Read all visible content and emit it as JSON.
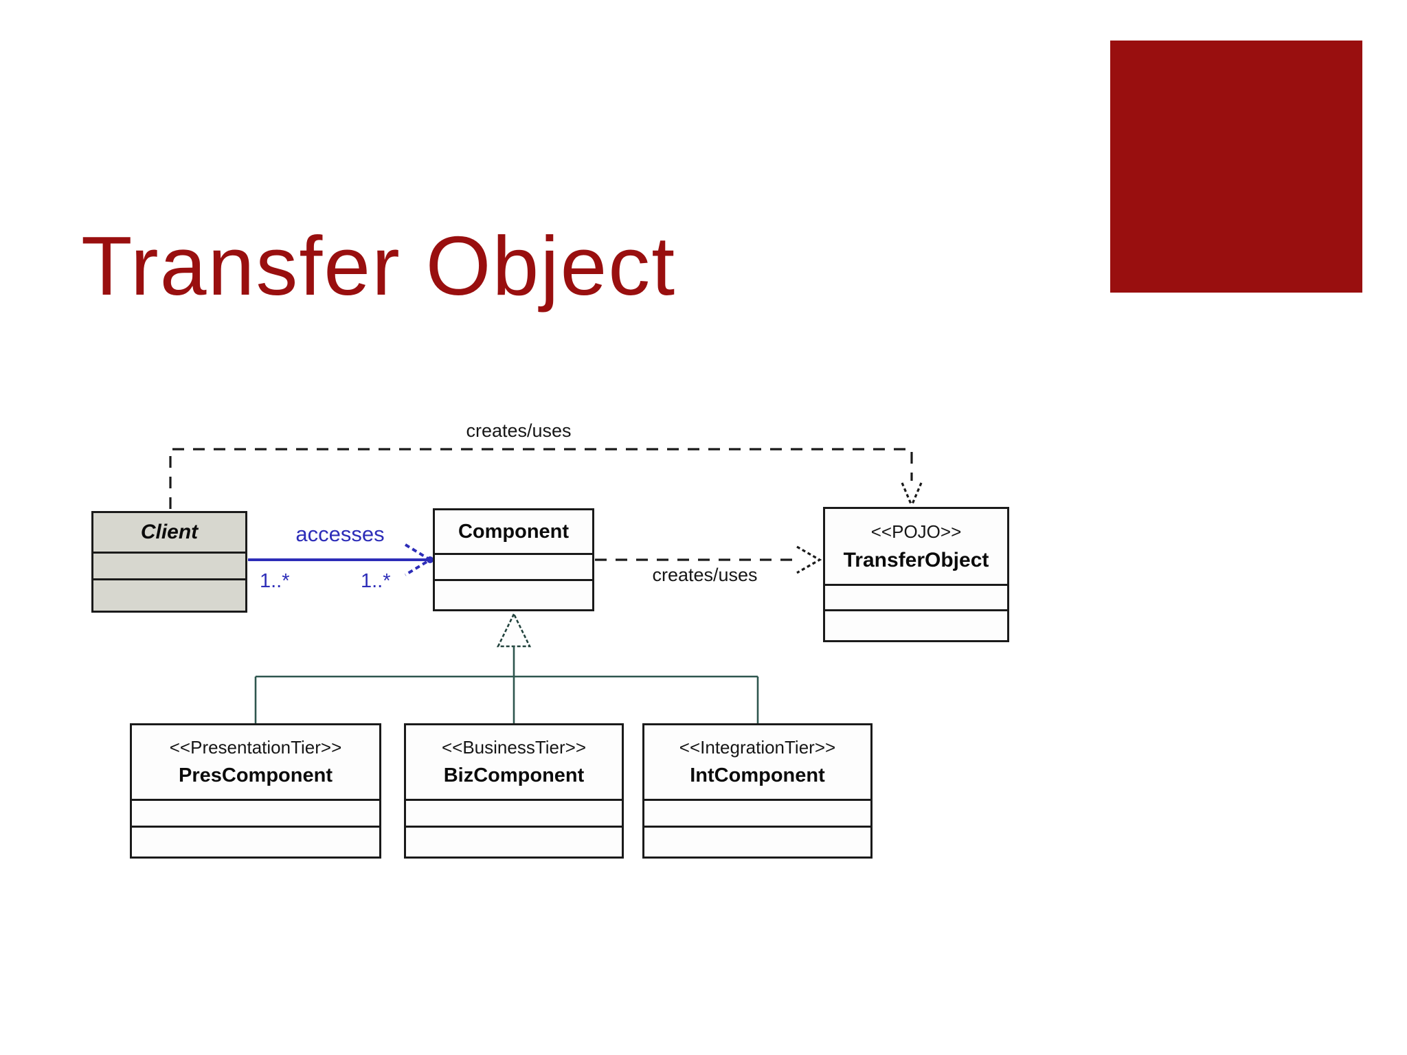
{
  "slide": {
    "title": "Transfer Object"
  },
  "colors": {
    "accent_red": "#990f0f",
    "diagram_line": "#1a1a1a",
    "association_blue": "#2d2db8",
    "generalization_teal": "#2e564e",
    "client_fill": "#d7d7cf"
  },
  "diagram": {
    "classes": {
      "client": {
        "name": "Client"
      },
      "component": {
        "name": "Component"
      },
      "transfer_object": {
        "stereotype": "<<POJO>>",
        "name": "TransferObject"
      },
      "pres_component": {
        "stereotype": "<<PresentationTier>>",
        "name": "PresComponent"
      },
      "biz_component": {
        "stereotype": "<<BusinessTier>>",
        "name": "BizComponent"
      },
      "int_component": {
        "stereotype": "<<IntegrationTier>>",
        "name": "IntComponent"
      }
    },
    "edges": {
      "client_to_transferobject": {
        "label": "creates/uses"
      },
      "component_to_transferobject": {
        "label": "creates/uses"
      },
      "client_to_component": {
        "label": "accesses",
        "source_multiplicity": "1..*",
        "target_multiplicity": "1..*"
      }
    }
  }
}
